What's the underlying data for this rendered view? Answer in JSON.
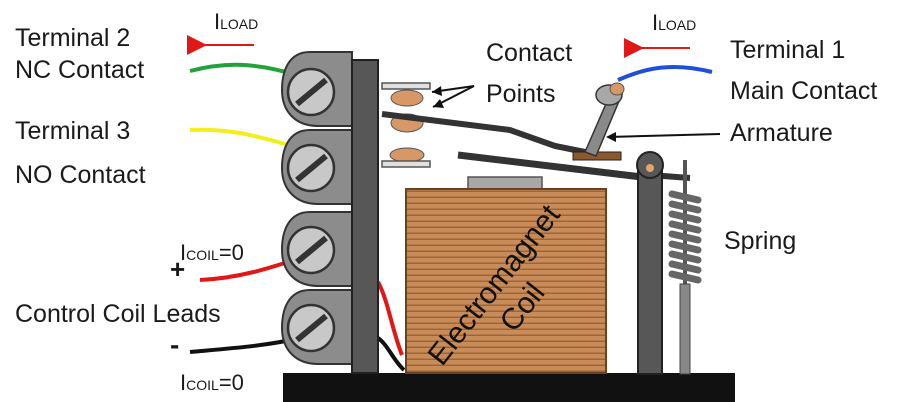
{
  "labels": {
    "terminal2_line1": "Terminal 2",
    "terminal2_line2": "NC Contact",
    "terminal3_line1": "Terminal 3",
    "terminal3_line2": "NO Contact",
    "terminal1_line1": "Terminal 1",
    "terminal1_line2": "Main Contact",
    "contact_line1": "Contact",
    "contact_line2": "Points",
    "armature": "Armature",
    "spring": "Spring",
    "control_coil_leads": "Control Coil Leads",
    "coil_line1": "Electromagnet",
    "coil_line2": "Coil",
    "plus": "+",
    "minus": "-"
  },
  "currents": {
    "load_left": {
      "main": "I",
      "sub": "LOAD"
    },
    "load_right": {
      "main": "I",
      "sub": "LOAD"
    },
    "coil_top": {
      "main": "I",
      "sub": "COIL",
      "value": "=0"
    },
    "coil_bottom": {
      "main": "I",
      "sub": "COIL",
      "value": "=0"
    }
  },
  "colors": {
    "nc_wire": "#23a23c",
    "no_wire": "#f2ef1c",
    "main_wire": "#1f4fd8",
    "plus_wire": "#e01818",
    "minus_wire": "#111111",
    "current_arrow": "#e01818",
    "coil_copper": "#c98b57",
    "frame": "#575757",
    "base": "#111111"
  }
}
